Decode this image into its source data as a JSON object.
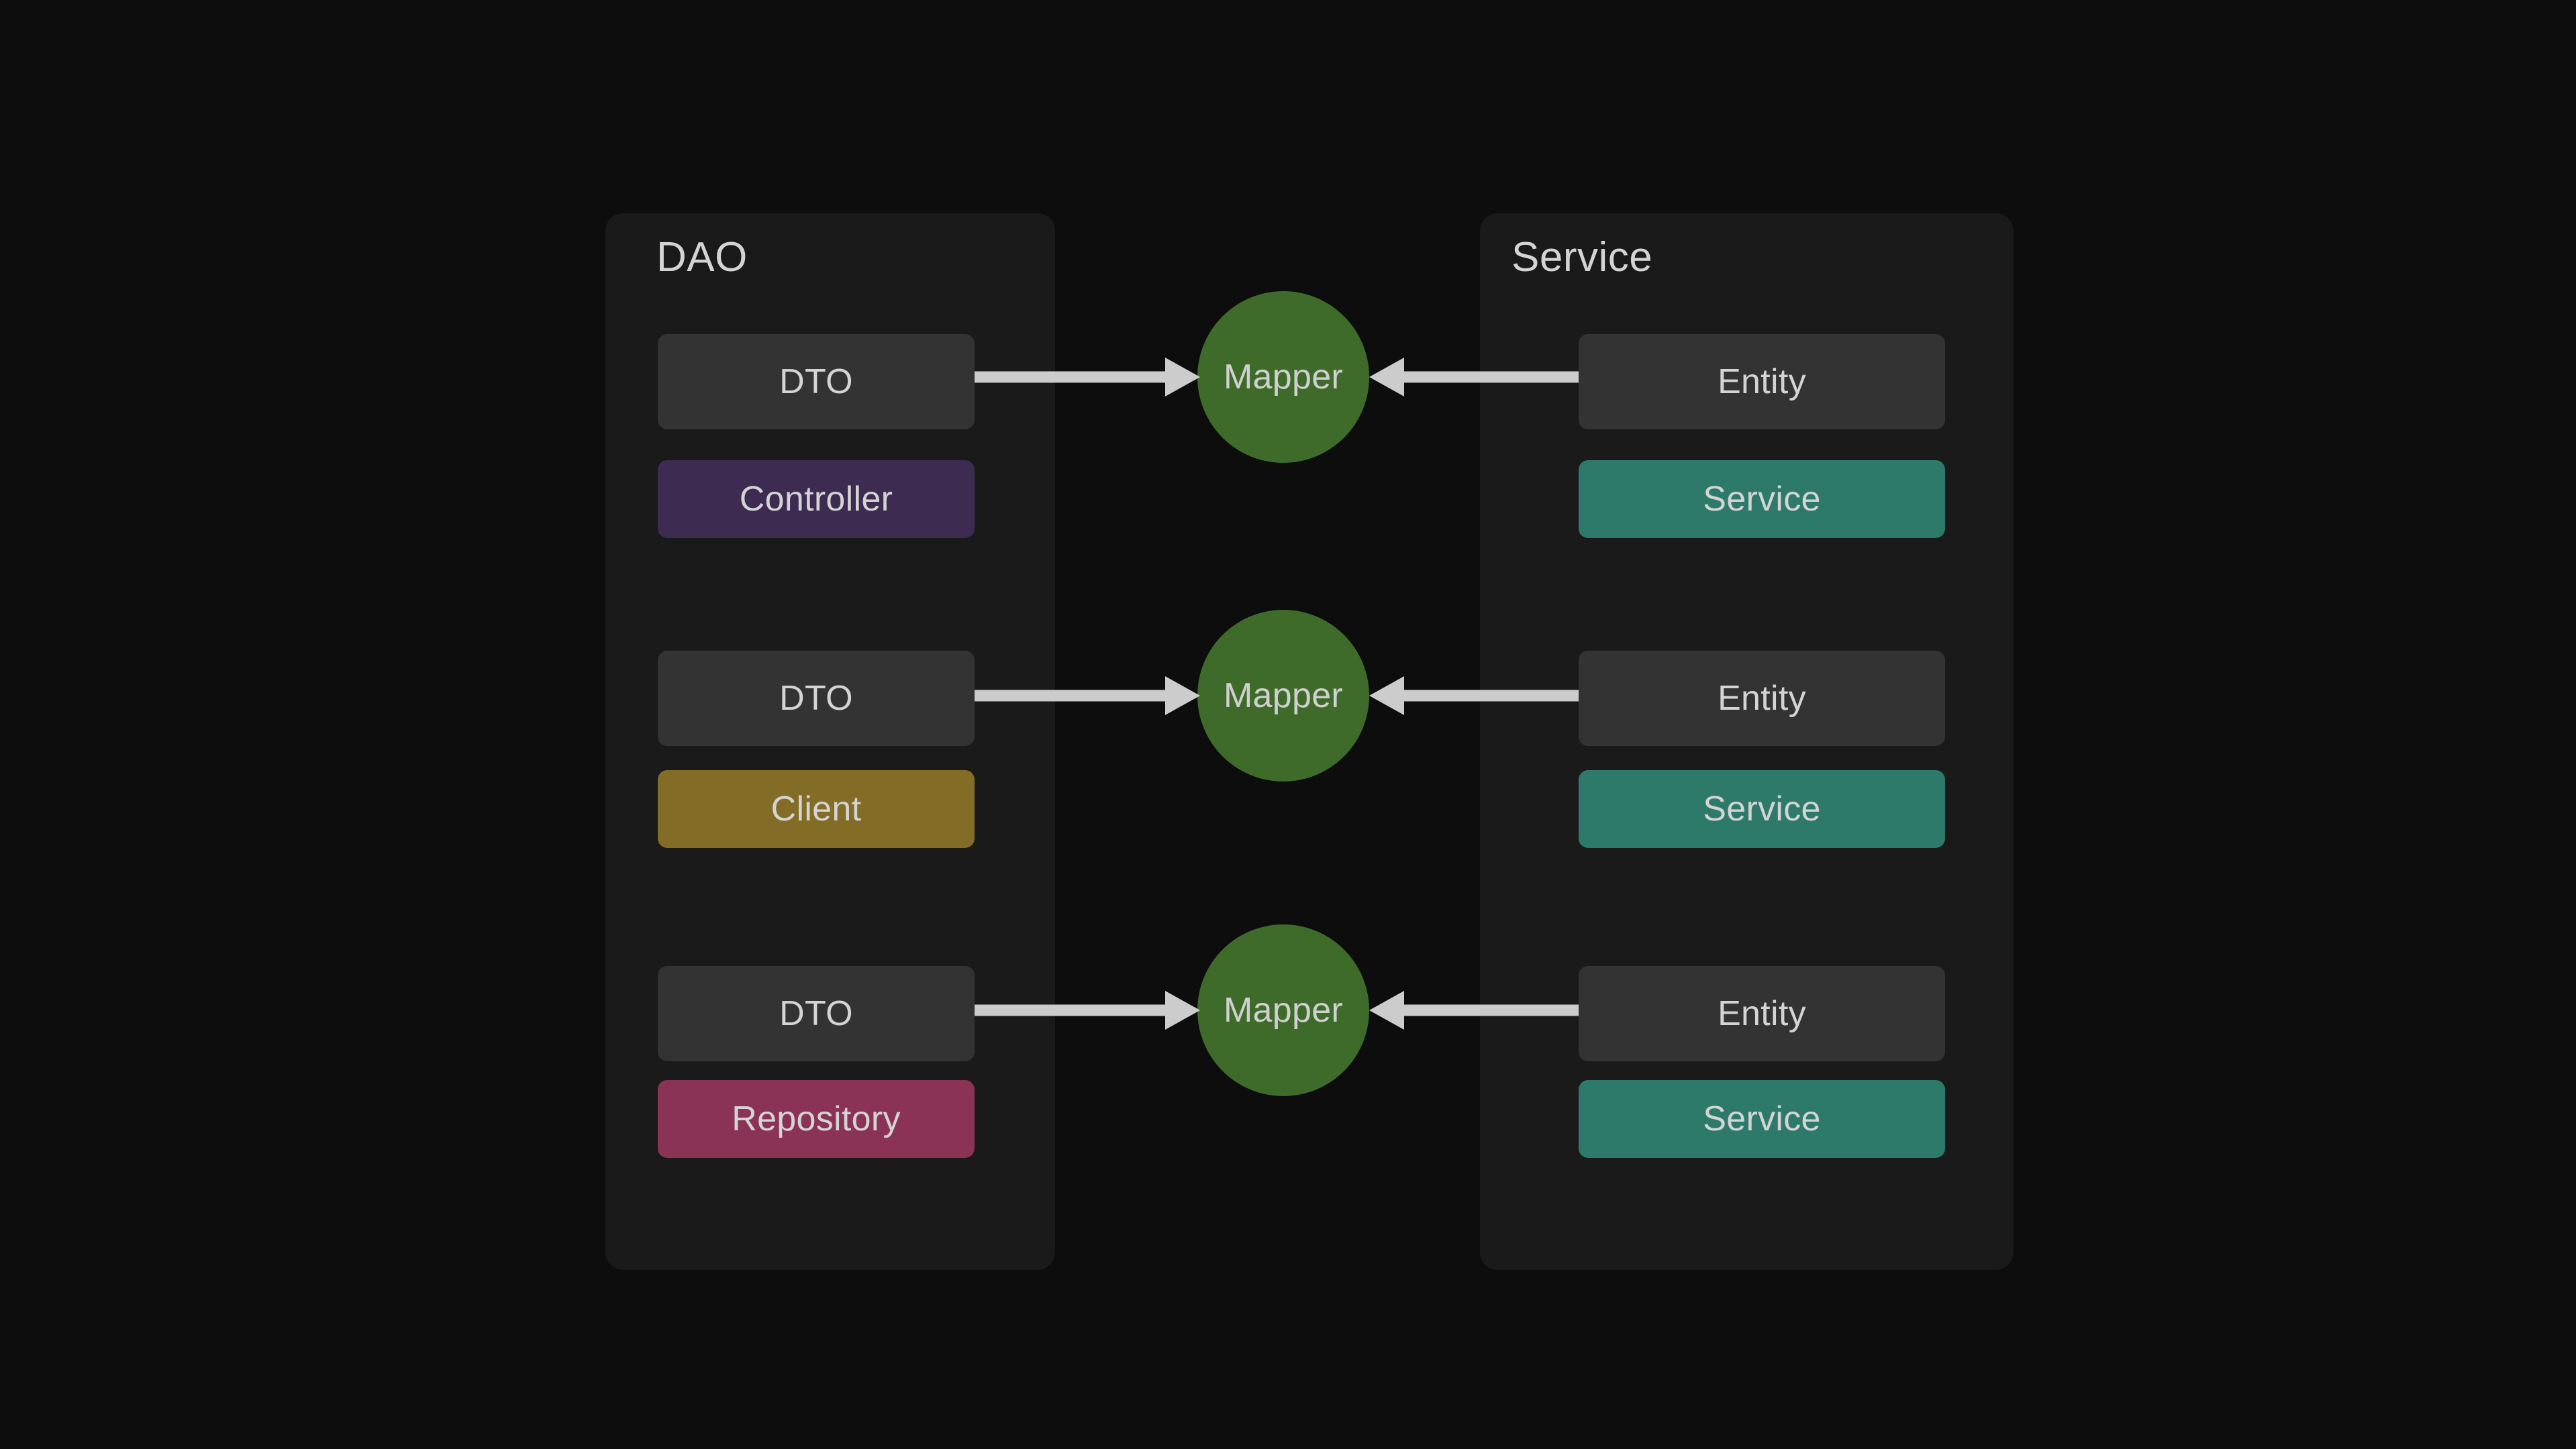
{
  "page": {
    "background_color": "#0d0d0d",
    "title": "DAO Service Mapper Diagram"
  },
  "palette": {
    "page_background": "#0d0d0d",
    "panel_background": "#1a1a1a",
    "neutral_node": "#333333",
    "mapper_green": "#3f6b2a",
    "controller_purple": "#3d2b52",
    "client_olive": "#836d26",
    "repository_maroon": "#8b3356",
    "service_teal": "#2d7a6b",
    "arrow_gray": "#cccccc",
    "text_light": "#d4d4d4"
  },
  "panels": [
    {
      "id": "dao",
      "title": "DAO"
    },
    {
      "id": "service",
      "title": "Service"
    }
  ],
  "rows": [
    {
      "dao_node": {
        "label": "DTO",
        "color": "#333333"
      },
      "dao_role": {
        "label": "Controller",
        "color": "#3d2b52"
      },
      "mapper": {
        "label": "Mapper",
        "color": "#3f6b2a"
      },
      "service_node": {
        "label": "Entity",
        "color": "#333333"
      },
      "service_role": {
        "label": "Service",
        "color": "#2d7a6b"
      }
    },
    {
      "dao_node": {
        "label": "DTO",
        "color": "#333333"
      },
      "dao_role": {
        "label": "Client",
        "color": "#836d26"
      },
      "mapper": {
        "label": "Mapper",
        "color": "#3f6b2a"
      },
      "service_node": {
        "label": "Entity",
        "color": "#333333"
      },
      "service_role": {
        "label": "Service",
        "color": "#2d7a6b"
      }
    },
    {
      "dao_node": {
        "label": "DTO",
        "color": "#333333"
      },
      "dao_role": {
        "label": "Repository",
        "color": "#8b3356"
      },
      "mapper": {
        "label": "Mapper",
        "color": "#3f6b2a"
      },
      "service_node": {
        "label": "Entity",
        "color": "#333333"
      },
      "service_role": {
        "label": "Service",
        "color": "#2d7a6b"
      }
    }
  ],
  "edges": [
    {
      "from": "DTO",
      "to": "Mapper",
      "direction": "right",
      "row": 1
    },
    {
      "from": "Entity",
      "to": "Mapper",
      "direction": "left",
      "row": 1
    },
    {
      "from": "DTO",
      "to": "Mapper",
      "direction": "right",
      "row": 2
    },
    {
      "from": "Entity",
      "to": "Mapper",
      "direction": "left",
      "row": 2
    },
    {
      "from": "DTO",
      "to": "Mapper",
      "direction": "right",
      "row": 3
    },
    {
      "from": "Entity",
      "to": "Mapper",
      "direction": "left",
      "row": 3
    }
  ]
}
